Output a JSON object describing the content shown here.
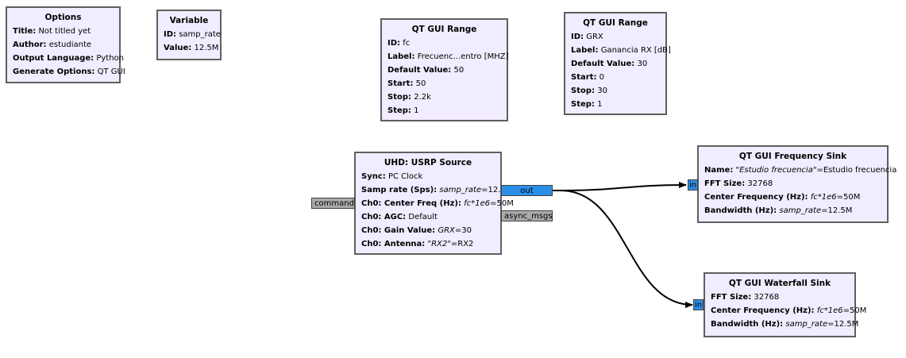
{
  "blocks": {
    "options": {
      "title": "Options",
      "params": [
        {
          "k": "Title:",
          "v": "Not titled yet"
        },
        {
          "k": "Author:",
          "v": "estudiante"
        },
        {
          "k": "Output Language:",
          "v": "Python"
        },
        {
          "k": "Generate Options:",
          "v": "QT GUI"
        }
      ]
    },
    "variable": {
      "title": "Variable",
      "params": [
        {
          "k": "ID:",
          "v": "samp_rate"
        },
        {
          "k": "Value:",
          "v": "12.5M"
        }
      ]
    },
    "range_fc": {
      "title": "QT GUI Range",
      "params": [
        {
          "k": "ID:",
          "v": "fc"
        },
        {
          "k": "Label:",
          "v": "Frecuenc...entro [MHZ]"
        },
        {
          "k": "Default Value:",
          "v": "50"
        },
        {
          "k": "Start:",
          "v": "50"
        },
        {
          "k": "Stop:",
          "v": "2.2k"
        },
        {
          "k": "Step:",
          "v": "1"
        }
      ]
    },
    "range_grx": {
      "title": "QT GUI Range",
      "params": [
        {
          "k": "ID:",
          "v": "GRX"
        },
        {
          "k": "Label:",
          "v": "Ganancia RX [dB]"
        },
        {
          "k": "Default Value:",
          "v": "30"
        },
        {
          "k": "Start:",
          "v": "0"
        },
        {
          "k": "Stop:",
          "v": "30"
        },
        {
          "k": "Step:",
          "v": "1"
        }
      ]
    },
    "usrp": {
      "title": "UHD: USRP Source",
      "params": [
        {
          "k": "Sync:",
          "v": "PC Clock"
        },
        {
          "k": "Samp rate (Sps):",
          "i": "samp_rate",
          "v": "=12.5M"
        },
        {
          "k": "Ch0: Center Freq (Hz):",
          "i": "fc*1e6",
          "v": "=50M"
        },
        {
          "k": "Ch0: AGC:",
          "v": "Default"
        },
        {
          "k": "Ch0: Gain Value:",
          "i": "GRX",
          "v": "=30"
        },
        {
          "k": "Ch0: Antenna:",
          "i": "\"RX2\"",
          "v": "=RX2"
        }
      ],
      "port_command": "command",
      "port_out": "out",
      "port_async": "async_msgs"
    },
    "freq_sink": {
      "title": "QT GUI Frequency Sink",
      "params": [
        {
          "k": "Name:",
          "i": "\"Estudio frecuencia\"",
          "v": "=Estudio frecuencia"
        },
        {
          "k": "FFT Size:",
          "v": "32768"
        },
        {
          "k": "Center Frequency (Hz):",
          "i": "fc*1e6",
          "v": "=50M"
        },
        {
          "k": "Bandwidth (Hz):",
          "i": "samp_rate",
          "v": "=12.5M"
        }
      ],
      "port_in": "in"
    },
    "waterfall_sink": {
      "title": "QT GUI Waterfall Sink",
      "params": [
        {
          "k": "FFT Size:",
          "v": "32768"
        },
        {
          "k": "Center Frequency (Hz):",
          "i": "fc*1e6",
          "v": "=50M"
        },
        {
          "k": "Bandwidth (Hz):",
          "i": "samp_rate",
          "v": "=12.5M"
        }
      ],
      "port_in": "in"
    }
  },
  "colors": {
    "block_bg": "#f1ecff",
    "block_border": "#5f5f5f",
    "stream_port": "#2b8fe8",
    "message_port": "#aaaaaa",
    "wire": "#000000"
  }
}
